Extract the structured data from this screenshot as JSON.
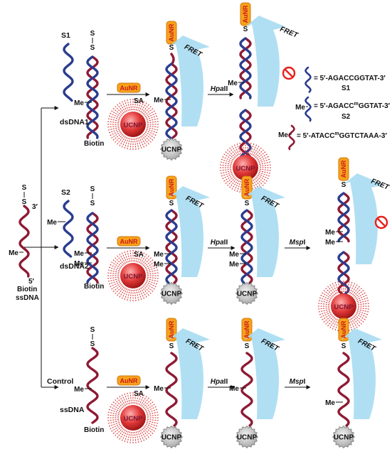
{
  "labels": {
    "s1": "S1",
    "s2": "S2",
    "control": "Control",
    "me": "Me",
    "biotin": "Biotin",
    "ss_dna": "ssDNA",
    "ds_dna1": "dsDNA1",
    "ds_dna2": "dsDNA2",
    "sa": "SA",
    "ucnp": "UCNP",
    "aunr": "AuNR",
    "fret": "FRET",
    "hpa_prefix": "Hpa",
    "hpa_suffix": "II",
    "msp_prefix": "Msp",
    "msp_suffix": "I",
    "s_atom": "S",
    "three_prime": "3′",
    "five_prime": "5′"
  },
  "legend": {
    "s1_seq": "= 5′-AGACCGGTAT-3′",
    "s1_name": "S1",
    "s2_prefix": "= 5′-AGACC",
    "s2_sup": "m",
    "s2_suffix": "GGTAT-3′",
    "s2_name": "S2",
    "ss_prefix": "= 5′-ATACC",
    "ss_sup": "m",
    "ss_suffix": "GGTCTAAA-3′"
  },
  "colors": {
    "red_strand": "#8e1a34",
    "blue_strand": "#2a3d8f",
    "arrow_fill": "#a9dcf2",
    "ucnp_red": "#d62b2b",
    "aunr_fill": "#f7a21b",
    "ucnp_grey": "#9e9e9e"
  }
}
